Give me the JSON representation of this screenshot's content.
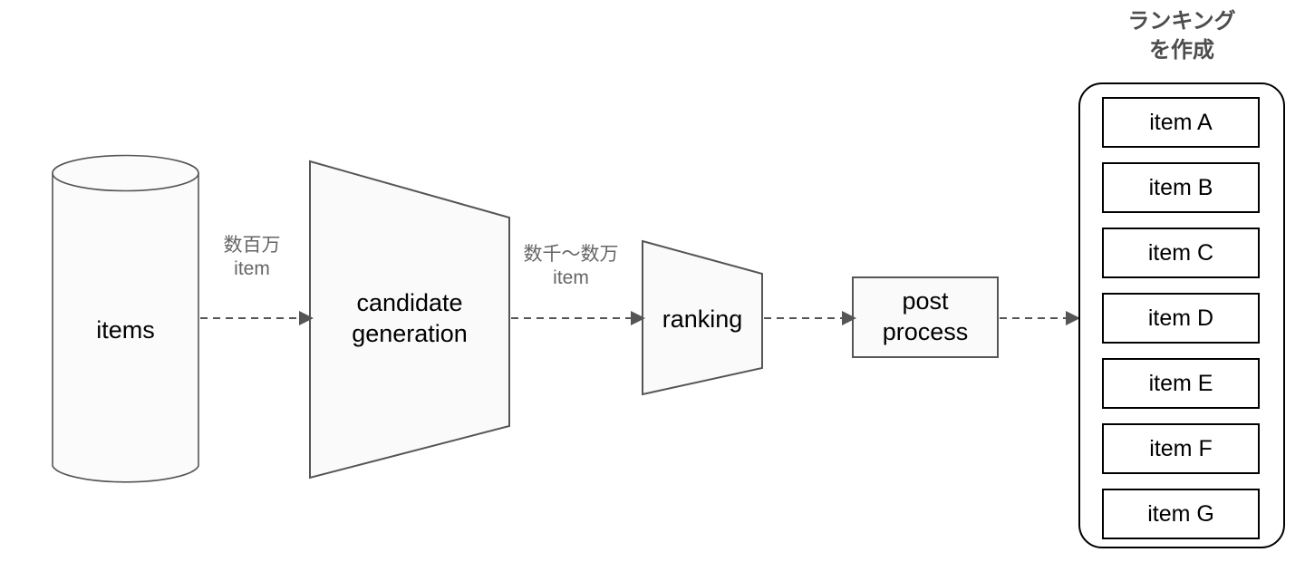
{
  "diagram": {
    "title_right": "ランキング\nを作成",
    "nodes": [
      {
        "id": "items",
        "label": "items",
        "shape": "cylinder"
      },
      {
        "id": "candgen",
        "label": "candidate\ngeneration",
        "shape": "funnel-trapezoid"
      },
      {
        "id": "ranking",
        "label": "ranking",
        "shape": "funnel-trapezoid"
      },
      {
        "id": "postproc",
        "label": "post\nprocess",
        "shape": "rectangle"
      }
    ],
    "edges": [
      {
        "from": "items",
        "to": "candgen",
        "label": "数百万\nitem",
        "style": "dashed"
      },
      {
        "from": "candgen",
        "to": "ranking",
        "label": "数千〜数万\nitem",
        "style": "dashed"
      },
      {
        "from": "ranking",
        "to": "postproc",
        "label": "",
        "style": "dashed"
      },
      {
        "from": "postproc",
        "to": "ranking-list",
        "label": "",
        "style": "dashed"
      }
    ],
    "ranking_list": {
      "items": [
        "item A",
        "item B",
        "item C",
        "item D",
        "item E",
        "item F",
        "item G"
      ]
    },
    "colors": {
      "shape_stroke": "#555555",
      "shape_fill": "#fafafa",
      "edge_label": "#666666",
      "title": "#4d4d4d",
      "node_label": "#000000",
      "list_border": "#000000",
      "background": "#ffffff"
    }
  }
}
